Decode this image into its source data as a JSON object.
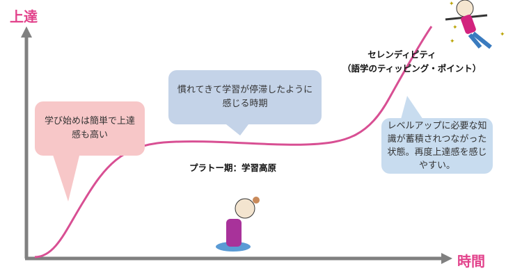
{
  "axes": {
    "y_label": "上達",
    "x_label": "時間"
  },
  "bubbles": {
    "early": "学び始めは簡単で上達感も高い",
    "plateau_feeling": "慣れてきて学習が停滞したように感じる時期",
    "breakthrough": "レベルアップに必要な知識が蓄積されつながった状態。再度上達感を感じやすい。"
  },
  "labels": {
    "plateau": "プラトー期：学習高原",
    "serendipity_line1": "セレンディピティ",
    "serendipity_line2": "（語学のティッピング・ポイント）"
  },
  "colors": {
    "accent": "#e2418b",
    "curve": "#d84f93",
    "axis": "#808080"
  }
}
